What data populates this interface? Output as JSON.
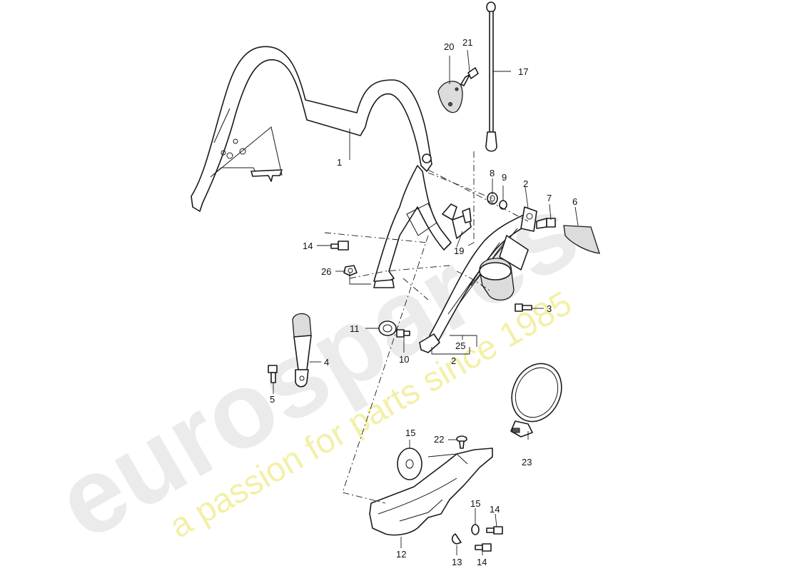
{
  "watermark": {
    "brand": "eurospares",
    "tagline": "a passion for parts since 1985"
  },
  "callouts": {
    "p1": "1",
    "p2a": "2",
    "p2b": "2",
    "p3": "3",
    "p4": "4",
    "p5": "5",
    "p6": "6",
    "p7": "7",
    "p8": "8",
    "p9": "9",
    "p10": "10",
    "p11": "11",
    "p12": "12",
    "p13": "13",
    "p14a": "14",
    "p14b": "14",
    "p14c": "14",
    "p15a": "15",
    "p15b": "15",
    "p17": "17",
    "p19": "19",
    "p20": "20",
    "p21": "21",
    "p22": "22",
    "p23": "23",
    "p25": "25",
    "p26": "26"
  },
  "colors": {
    "line": "#1a1a1a",
    "watermark_text": "#ebebeb",
    "watermark_tagline": "#f3f0a8",
    "background": "#ffffff"
  }
}
